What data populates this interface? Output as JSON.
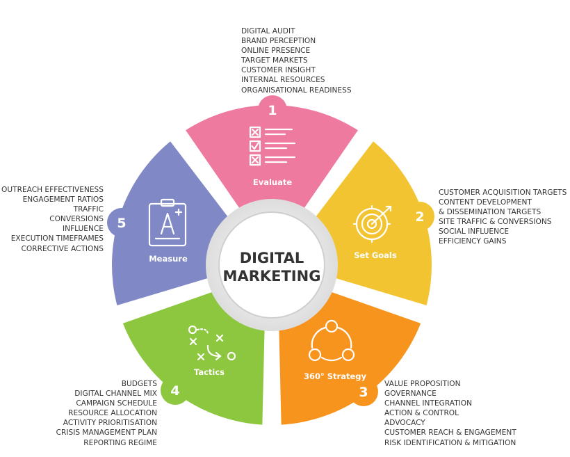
{
  "center": {
    "line1": "DIGITAL",
    "line2": "MARKETING"
  },
  "colors": {
    "evaluate": "#ef7aa0",
    "set_goals": "#f3c432",
    "strategy": "#f7941e",
    "tactics": "#8dc63f",
    "measure": "#8088c6"
  },
  "segments": [
    {
      "number": "1",
      "label": "Evaluate",
      "icon": "checklist-icon",
      "items": [
        "DIGITAL AUDIT",
        "BRAND PERCEPTION",
        "ONLINE PRESENCE",
        "TARGET MARKETS",
        "CUSTOMER INSIGHT",
        "INTERNAL RESOURCES",
        "ORGANISATIONAL READINESS"
      ]
    },
    {
      "number": "2",
      "label": "Set Goals",
      "icon": "target-icon",
      "items": [
        "CUSTOMER ACQUISITION TARGETS",
        "CONTENT DEVELOPMENT",
        "& DISSEMINATION TARGETS",
        "SITE TRAFFIC & CONVERSIONS",
        "SOCIAL INFLUENCE",
        "EFFICIENCY GAINS"
      ]
    },
    {
      "number": "3",
      "label": "360° Strategy",
      "icon": "cycle-icon",
      "items": [
        "VALUE PROPOSITION",
        "GOVERNANCE",
        "CHANNEL INTEGRATION",
        "ACTION & CONTROL",
        "ADVOCACY",
        "CUSTOMER REACH & ENGAGEMENT",
        "RISK IDENTIFICATION & MITIGATION"
      ]
    },
    {
      "number": "4",
      "label": "Tactics",
      "icon": "play-diagram-icon",
      "items": [
        "BUDGETS",
        "DIGITAL CHANNEL MIX",
        "CAMPAIGN SCHEDULE",
        "RESOURCE ALLOCATION",
        "ACTIVITY PRIORITISATION",
        "CRISIS MANAGEMENT PLAN",
        "REPORTING REGIME"
      ]
    },
    {
      "number": "5",
      "label": "Measure",
      "icon": "graded-clipboard-icon",
      "items": [
        "OUTREACH EFFECTIVENESS",
        "ENGAGEMENT RATIOS",
        "TRAFFIC",
        "CONVERSIONS",
        "INFLUENCE",
        "EXECUTION TIMEFRAMES",
        "CORRECTIVE ACTIONS"
      ]
    }
  ]
}
